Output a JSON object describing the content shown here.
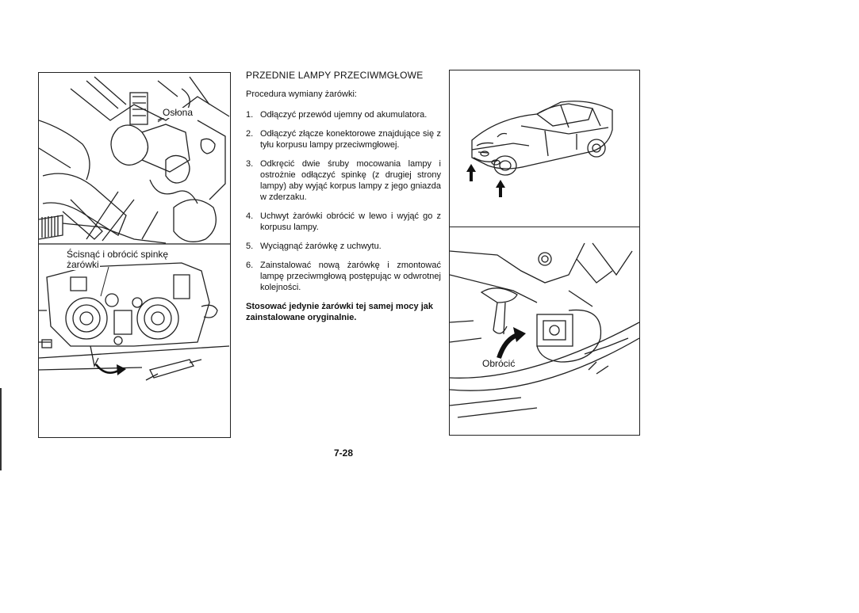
{
  "figures": {
    "left": {
      "label_cover": "Osłona",
      "label_squeeze_line1": "Ścisnąć i obrócić spinkę",
      "label_squeeze_line2": "żarówki"
    },
    "right_bottom": {
      "label_turn": "Obrócić"
    }
  },
  "content": {
    "heading": "PRZEDNIE LAMPY PRZECIWMGŁOWE",
    "intro": "Procedura wymiany żarówki:",
    "steps": [
      {
        "num": "1.",
        "text": "Odłączyć przewód ujemny od akumulatora."
      },
      {
        "num": "2.",
        "text": "Odłączyć złącze konektorowe znajdujące się z tyłu korpusu lampy przeciwmgłowej."
      },
      {
        "num": "3.",
        "text": "Odkręcić dwie śruby mocowania lampy i ostrożnie odłączyć spinkę (z drugiej strony lampy) aby wyjąć korpus lampy z jego gniazda w zderzaku."
      },
      {
        "num": "4.",
        "text": "Uchwyt żarówki obrócić w lewo i wyjąć go z korpusu lampy."
      },
      {
        "num": "5.",
        "text": "Wyciągnąć żarówkę z uchwytu."
      },
      {
        "num": "6.",
        "text": "Zainstalować nową żarówkę i zmontować lampę przeciwmgłową postępując w odwrotnej kolejności."
      }
    ],
    "note": "Stosować jedynie żarówki tej samej mocy jak zainstalowane oryginalnie."
  },
  "page_number": "7-28"
}
